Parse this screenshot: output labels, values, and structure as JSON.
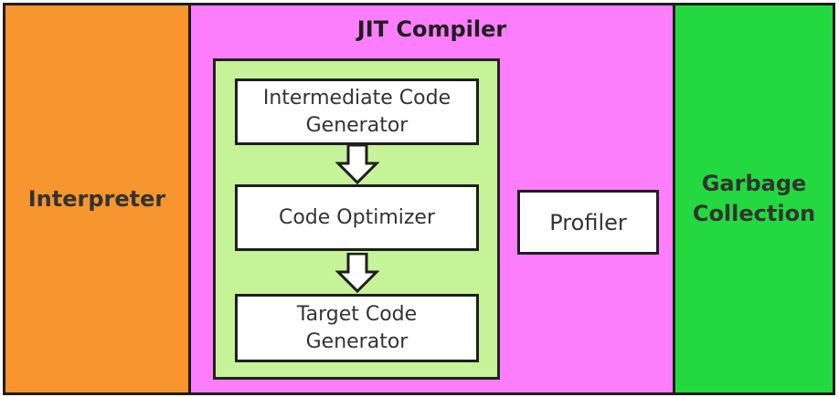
{
  "interpreter": {
    "label": "Interpreter"
  },
  "jit": {
    "title": "JIT Compiler",
    "stages": [
      {
        "label": "Intermediate Code\nGenerator"
      },
      {
        "label": "Code Optimizer"
      },
      {
        "label": "Target Code\nGenerator"
      }
    ],
    "profiler": "Profiler"
  },
  "gc": {
    "label": "Garbage\nCollection"
  },
  "colors": {
    "interpreter": "#f7952e",
    "jit": "#fd7efc",
    "pipeline": "#c6f298",
    "gc": "#23d93f"
  }
}
